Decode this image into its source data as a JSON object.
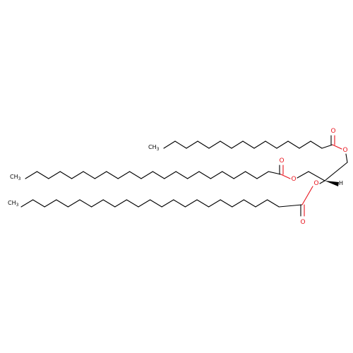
{
  "molecule": {
    "atom_labels": {
      "oxygen": "O",
      "methyl_carbon": "CH",
      "methyl_subscript": "3",
      "hydrogen": "H"
    },
    "colors": {
      "bond": "#000000",
      "oxygen": "#e8131c",
      "background": "#ffffff"
    },
    "stereo": "wedge-bond-at-glycerol-C2",
    "chains": [
      {
        "name": "sn1-acyl",
        "carbons": 16
      },
      {
        "name": "sn3-acyl",
        "carbons": 22
      },
      {
        "name": "sn2-acyl",
        "carbons": 24
      }
    ]
  }
}
